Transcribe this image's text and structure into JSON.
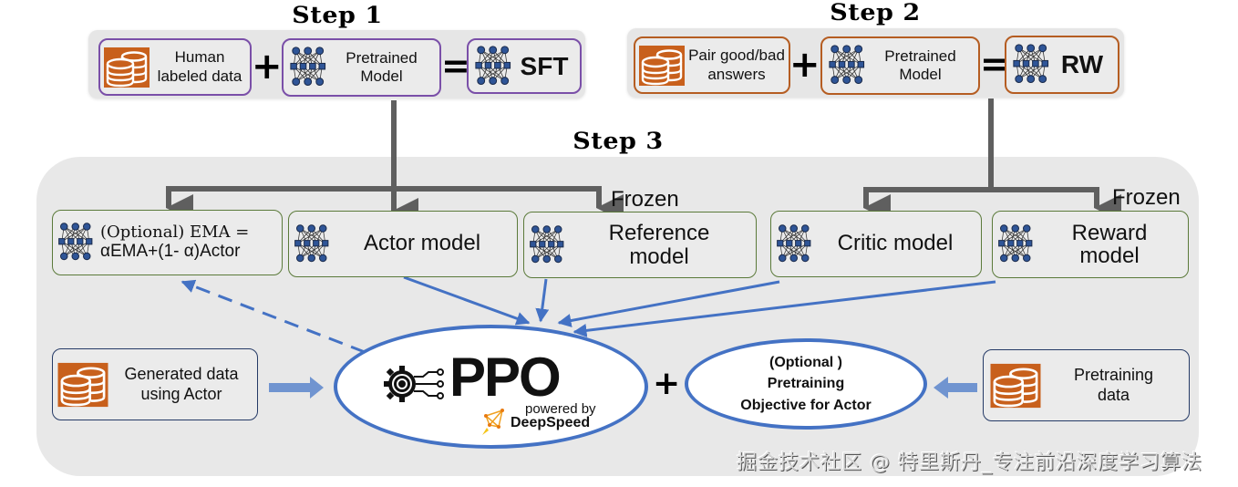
{
  "colors": {
    "step1_border": "#7a4fa8",
    "step2_border": "#b55d22",
    "model_border": "#5b7a3a",
    "data_border": "#253a66",
    "arrow_blue": "#4472c4",
    "arrow_gray": "#5f5f5f",
    "db_orange": "#c8601c"
  },
  "step1": {
    "title": "Step 1",
    "data_box": {
      "line1": "Human",
      "line2": "labeled data",
      "icon": "database-icon"
    },
    "plus": "+",
    "model_box": {
      "line1": "Pretrained",
      "line2": "Model",
      "icon": "neural-network-icon"
    },
    "equals": "=",
    "result_box": {
      "label": "SFT",
      "icon": "neural-network-icon"
    }
  },
  "step2": {
    "title": "Step 2",
    "data_box": {
      "line1": "Pair good/bad",
      "line2": "answers",
      "icon": "database-icon"
    },
    "plus": "+",
    "model_box": {
      "line1": "Pretrained",
      "line2": "Model",
      "icon": "neural-network-icon"
    },
    "equals": "=",
    "result_box": {
      "label": "RW",
      "icon": "neural-network-icon"
    }
  },
  "step3": {
    "title": "Step 3",
    "frozen_label_left": "Frozen",
    "frozen_label_right": "Frozen",
    "models": [
      {
        "line1": "(Optional) EMA =",
        "line2": "αEMA+(1- α)Actor"
      },
      {
        "line1": "Actor model",
        "line2": ""
      },
      {
        "line1": "Reference",
        "line2": "model"
      },
      {
        "line1": "Critic model",
        "line2": ""
      },
      {
        "line1": "Reward",
        "line2": "model"
      }
    ],
    "generated_data": {
      "line1": "Generated data",
      "line2": "using Actor"
    },
    "ppo": {
      "label": "PPO",
      "powered_by": "powered by",
      "brand": "DeepSpeed"
    },
    "plus": "+",
    "optional_objective": {
      "line1": "(Optional )",
      "line2": "Pretraining",
      "line3": "Objective for Actor"
    },
    "pretraining_data": {
      "line1": "Pretraining",
      "line2": "data"
    }
  },
  "watermark": "掘金技术社区 @ 特里斯丹_专注前沿深度学习算法"
}
